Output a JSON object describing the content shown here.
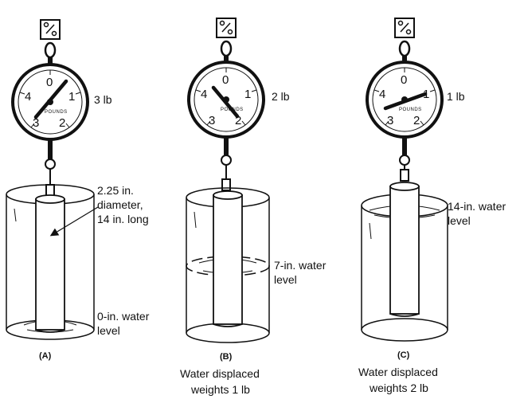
{
  "panels": [
    {
      "id": "A",
      "id_label": "(A)",
      "scale_reading_value": 3,
      "scale_reading": "3 lb",
      "dial_numbers": [
        "0",
        "1",
        "2",
        "3",
        "4"
      ],
      "dial_unit": "POUNDS",
      "cylinder_note_line1": "2.25 in.",
      "cylinder_note_line2": "diameter,",
      "cylinder_note_line3": "14 in. long",
      "water_level_line1": "0-in. water",
      "water_level_line2": "level",
      "caption_line1": "",
      "caption_line2": ""
    },
    {
      "id": "B",
      "id_label": "(B)",
      "scale_reading_value": 2,
      "scale_reading": "2 lb",
      "dial_numbers": [
        "0",
        "1",
        "2",
        "3",
        "4"
      ],
      "dial_unit": "POUNDS",
      "water_level_line1": "7-in. water",
      "water_level_line2": "level",
      "caption_line1": "Water displaced",
      "caption_line2": "weights 1 lb"
    },
    {
      "id": "C",
      "id_label": "(C)",
      "scale_reading_value": 1,
      "scale_reading": "1 lb",
      "dial_numbers": [
        "0",
        "1",
        "2",
        "3",
        "4"
      ],
      "dial_unit": "POUNDS",
      "water_level_line1": "14-in. water",
      "water_level_line2": "level",
      "caption_line1": "Water displaced",
      "caption_line2": "weights 2 lb"
    }
  ]
}
